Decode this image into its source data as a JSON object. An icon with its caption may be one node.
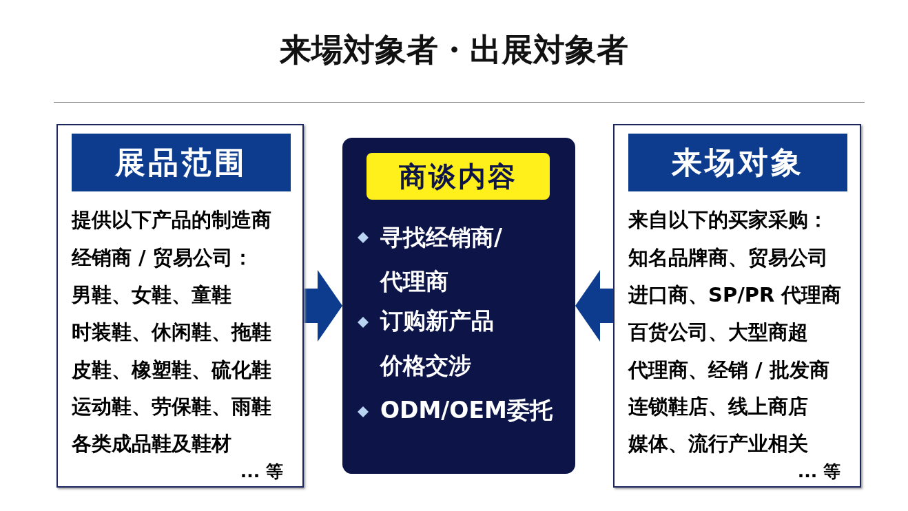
{
  "diagram": {
    "title": "来場対象者・出展対象者",
    "nodes": [
      {
        "text": [
          "展品范围",
          "提供以下产品的制造商",
          "经销商 / 贸易公司：",
          "男鞋、女鞋、童鞋",
          "时装鞋、休闲鞋、拖鞋",
          "皮鞋、橡塑鞋、硫化鞋",
          "运动鞋、劳保鞋、雨鞋",
          "各类成品鞋及鞋材",
          "... 等"
        ]
      },
      {
        "text": [
          "商谈内容",
          "寻找经销商/代理商",
          "订购新产品",
          "价格交涉",
          "ODM/OEM委托"
        ]
      },
      {
        "text": [
          "来场对象",
          "来自以下的买家采购：",
          "知名品牌商、贸易公司",
          "进口商、SP/PR 代理商",
          "百货公司、大型商超",
          "代理商、经销 / 批发商",
          "连锁鞋店、线上商店",
          "媒体、流行产业相关",
          "... 等"
        ]
      }
    ],
    "edges": [
      {
        "from": 0,
        "to": 1,
        "arrow": "to"
      },
      {
        "from": 2,
        "to": 1,
        "arrow": "to"
      }
    ]
  }
}
